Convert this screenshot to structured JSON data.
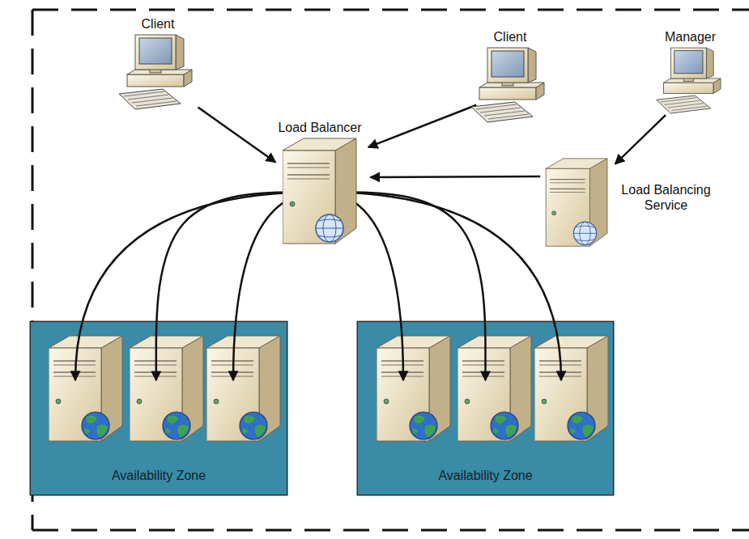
{
  "diagram": {
    "nodes": [
      {
        "text": [
          "Client"
        ]
      },
      {
        "text": [
          "Client"
        ]
      },
      {
        "text": [
          "Manager"
        ]
      },
      {
        "text": [
          "Load Balancer"
        ]
      },
      {
        "text": [
          "Load Balancing Service"
        ]
      },
      {
        "text": [
          "Availability Zone"
        ]
      },
      {
        "text": [
          "Availability Zone"
        ]
      }
    ],
    "edges": [
      {
        "from": 0,
        "to": 3,
        "arrow": "to"
      },
      {
        "from": 1,
        "to": 3,
        "arrow": "to"
      },
      {
        "from": 2,
        "to": 4,
        "arrow": "to"
      },
      {
        "from": 4,
        "to": 3,
        "arrow": "to"
      },
      {
        "from": 3,
        "to": 5,
        "arrow": "to"
      },
      {
        "from": 3,
        "to": 6,
        "arrow": "to"
      }
    ]
  }
}
